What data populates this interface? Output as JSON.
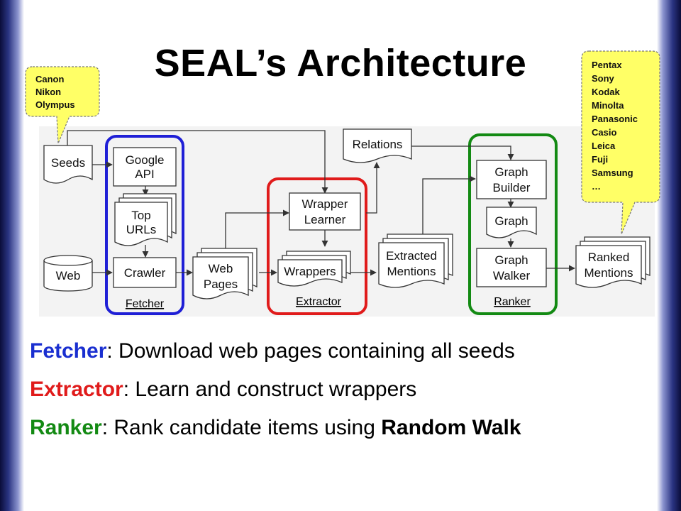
{
  "slide": {
    "title": "SEAL’s Architecture"
  },
  "callouts": {
    "seeds_list": [
      "Canon",
      "Nikon",
      "Olympus"
    ],
    "results_list": [
      "Pentax",
      "Sony",
      "Kodak",
      "Minolta",
      "Panasonic",
      "Casio",
      "Leica",
      "Fuji",
      "Samsung",
      "…"
    ]
  },
  "diagram": {
    "nodes": {
      "seeds": "Seeds",
      "google_api": [
        "Google",
        "API"
      ],
      "top_urls": [
        "Top",
        "URLs"
      ],
      "web": "Web",
      "crawler": "Crawler",
      "web_pages": [
        "Web",
        "Pages"
      ],
      "relations": "Relations",
      "wrapper_learner": [
        "Wrapper",
        "Learner"
      ],
      "wrappers": "Wrappers",
      "extracted_mentions": [
        "Extracted",
        "Mentions"
      ],
      "graph_builder": [
        "Graph",
        "Builder"
      ],
      "graph": "Graph",
      "graph_walker": [
        "Graph",
        "Walker"
      ],
      "ranked_mentions": [
        "Ranked",
        "Mentions"
      ]
    },
    "groups": {
      "fetcher": "Fetcher",
      "extractor": "Extractor",
      "ranker": "Ranker"
    },
    "colors": {
      "fetcher": "#1f1fd6",
      "extractor": "#e01b1b",
      "ranker": "#138a13",
      "callout_fill": "#ffff66"
    }
  },
  "bullets": [
    {
      "term": "Fetcher",
      "text": ": Download web pages containing all seeds",
      "strong": "",
      "color": "#1a2fd0"
    },
    {
      "term": "Extractor",
      "text": ": Learn and construct wrappers",
      "strong": "",
      "color": "#e01b1b"
    },
    {
      "term": "Ranker",
      "text": ": Rank candidate items using ",
      "strong": "Random Walk",
      "color": "#138a13"
    }
  ]
}
